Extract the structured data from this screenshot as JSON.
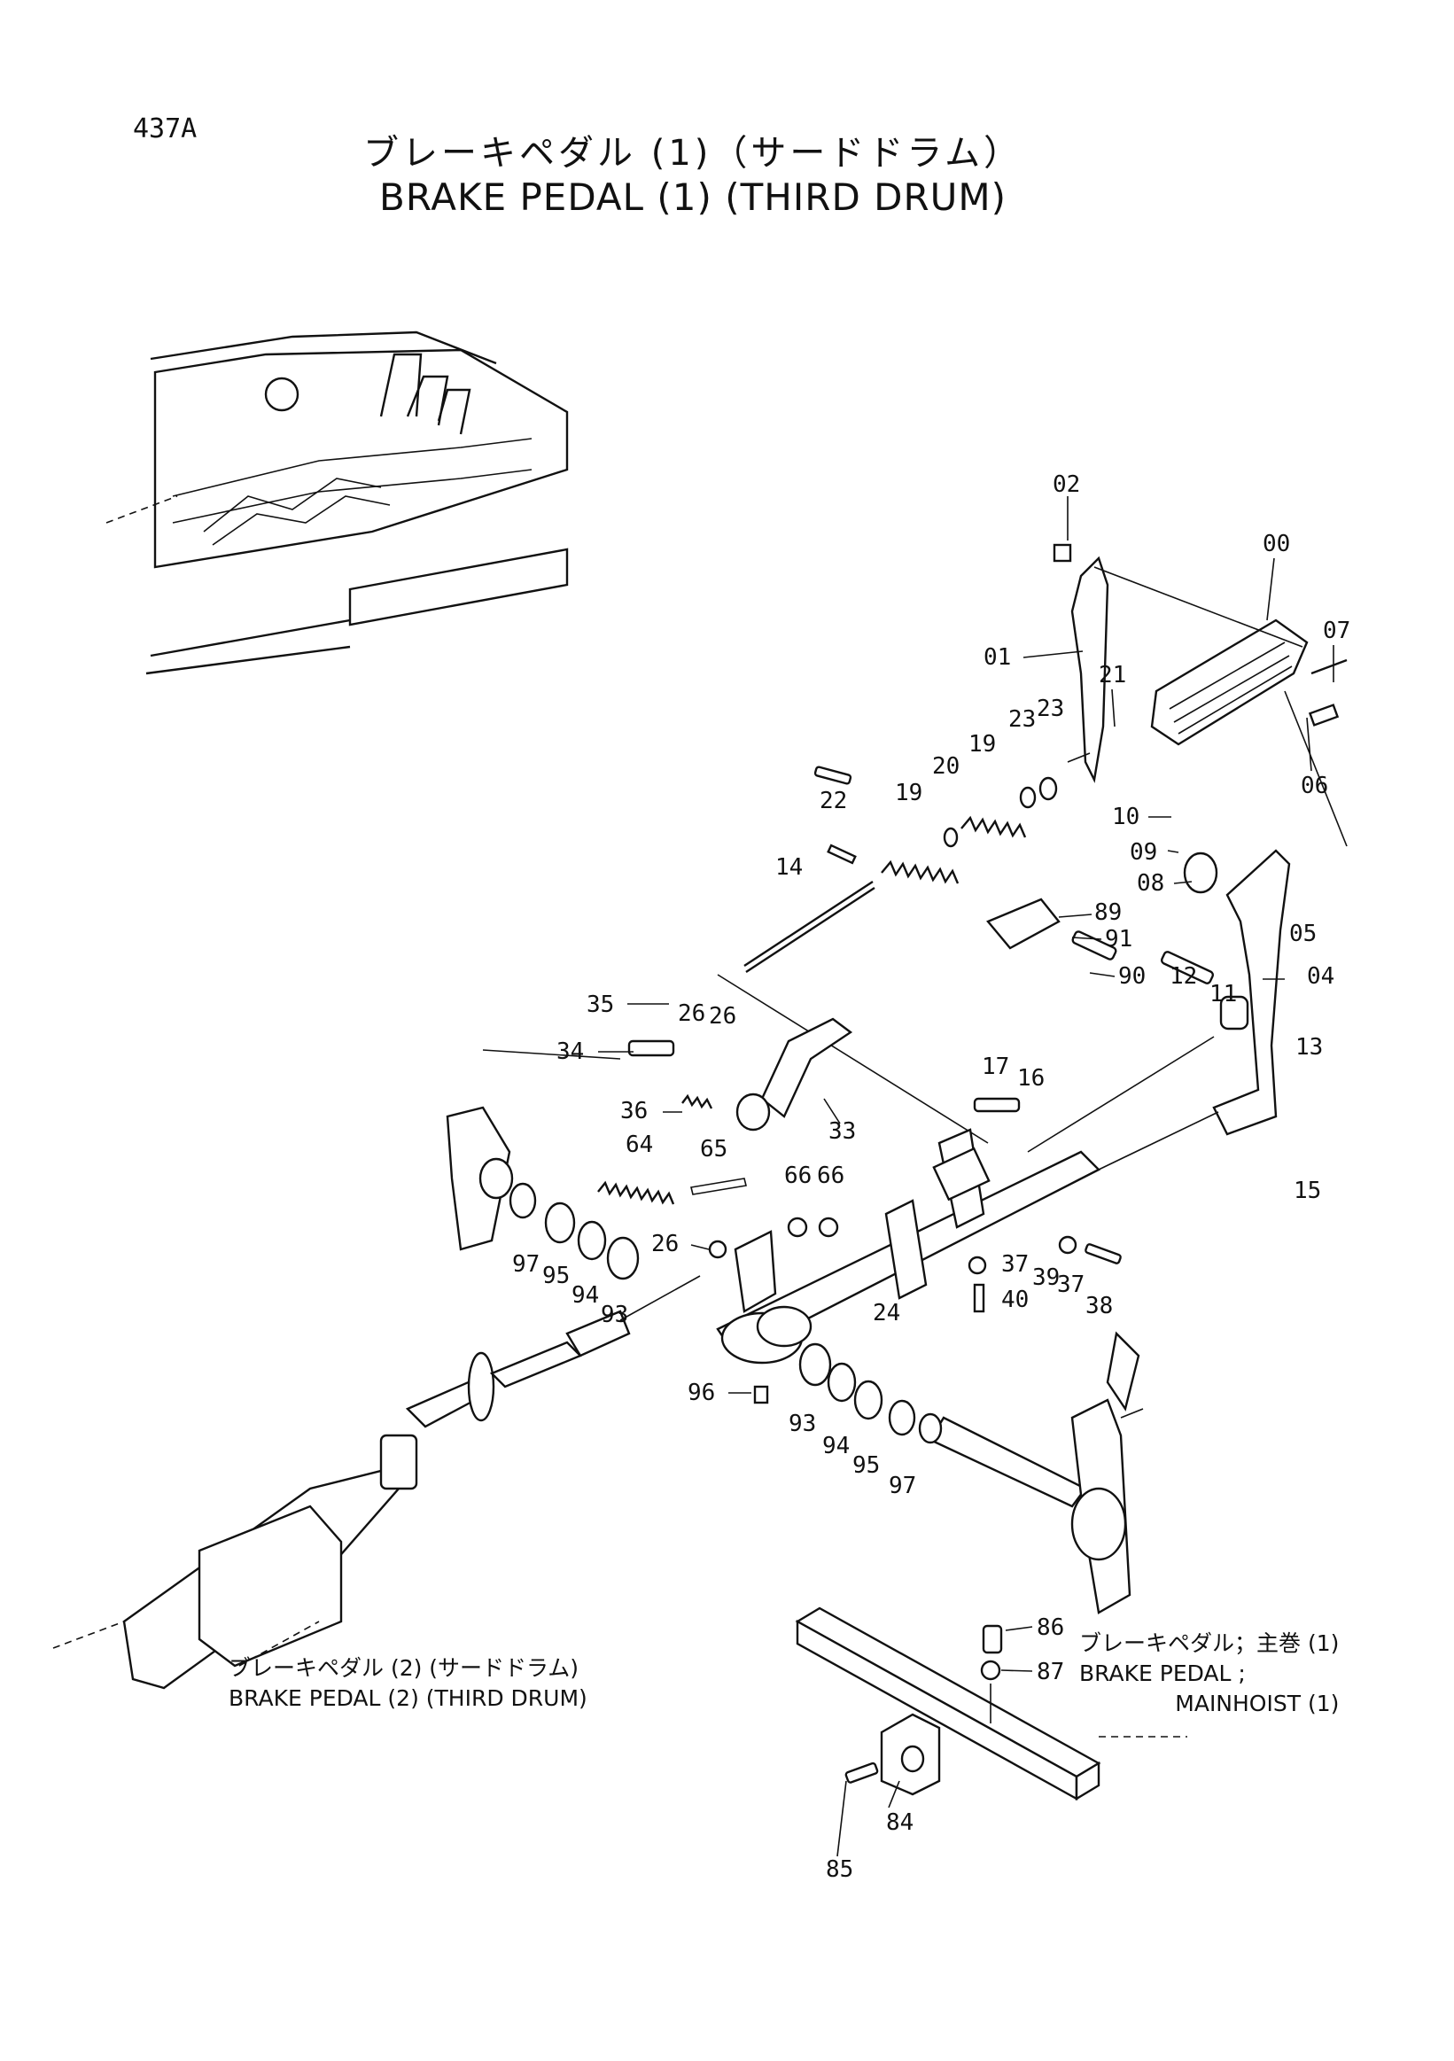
{
  "header": {
    "page_code": "437A",
    "title_jp": "ブレーキペダル (1)（サードドラム）",
    "title_en": "BRAKE PEDAL (1)  (THIRD DRUM)"
  },
  "notes": {
    "left_jp": "ブレーキペダル (2) (サードドラム)",
    "left_en": "BRAKE PEDAL (2) (THIRD DRUM)",
    "right_jp": "ブレーキペダル；主巻 (1)",
    "right_en1": "BRAKE PEDAL ;",
    "right_en2": "MAINHOIST (1)"
  },
  "part_labels": [
    {
      "id": "02",
      "text": "02"
    },
    {
      "id": "00",
      "text": "00"
    },
    {
      "id": "01",
      "text": "01"
    },
    {
      "id": "07",
      "text": "07"
    },
    {
      "id": "21",
      "text": "21"
    },
    {
      "id": "23a",
      "text": "23"
    },
    {
      "id": "23b",
      "text": "23"
    },
    {
      "id": "06",
      "text": "06"
    },
    {
      "id": "19a",
      "text": "19"
    },
    {
      "id": "20",
      "text": "20"
    },
    {
      "id": "19b",
      "text": "19"
    },
    {
      "id": "22",
      "text": "22"
    },
    {
      "id": "10",
      "text": "10"
    },
    {
      "id": "09",
      "text": "09"
    },
    {
      "id": "08",
      "text": "08"
    },
    {
      "id": "05",
      "text": "05"
    },
    {
      "id": "14",
      "text": "14"
    },
    {
      "id": "89",
      "text": "89"
    },
    {
      "id": "91",
      "text": "91"
    },
    {
      "id": "90",
      "text": "90"
    },
    {
      "id": "04",
      "text": "04"
    },
    {
      "id": "12",
      "text": "12"
    },
    {
      "id": "11",
      "text": "11"
    },
    {
      "id": "35",
      "text": "35"
    },
    {
      "id": "26a",
      "text": "26"
    },
    {
      "id": "26b",
      "text": "26"
    },
    {
      "id": "34",
      "text": "34"
    },
    {
      "id": "13",
      "text": "13"
    },
    {
      "id": "17",
      "text": "17"
    },
    {
      "id": "16",
      "text": "16"
    },
    {
      "id": "36",
      "text": "36"
    },
    {
      "id": "33",
      "text": "33"
    },
    {
      "id": "15",
      "text": "15"
    },
    {
      "id": "64",
      "text": "64"
    },
    {
      "id": "65",
      "text": "65"
    },
    {
      "id": "66a",
      "text": "66"
    },
    {
      "id": "66b",
      "text": "66"
    },
    {
      "id": "26c",
      "text": "26"
    },
    {
      "id": "37a",
      "text": "37"
    },
    {
      "id": "39",
      "text": "39"
    },
    {
      "id": "37b",
      "text": "37"
    },
    {
      "id": "38",
      "text": "38"
    },
    {
      "id": "40",
      "text": "40"
    },
    {
      "id": "97a",
      "text": "97"
    },
    {
      "id": "95a",
      "text": "95"
    },
    {
      "id": "94a",
      "text": "94"
    },
    {
      "id": "93a",
      "text": "93"
    },
    {
      "id": "24",
      "text": "24"
    },
    {
      "id": "96",
      "text": "96"
    },
    {
      "id": "93b",
      "text": "93"
    },
    {
      "id": "94b",
      "text": "94"
    },
    {
      "id": "95b",
      "text": "95"
    },
    {
      "id": "97b",
      "text": "97"
    },
    {
      "id": "86",
      "text": "86"
    },
    {
      "id": "87",
      "text": "87"
    },
    {
      "id": "84",
      "text": "84"
    },
    {
      "id": "85",
      "text": "85"
    }
  ]
}
